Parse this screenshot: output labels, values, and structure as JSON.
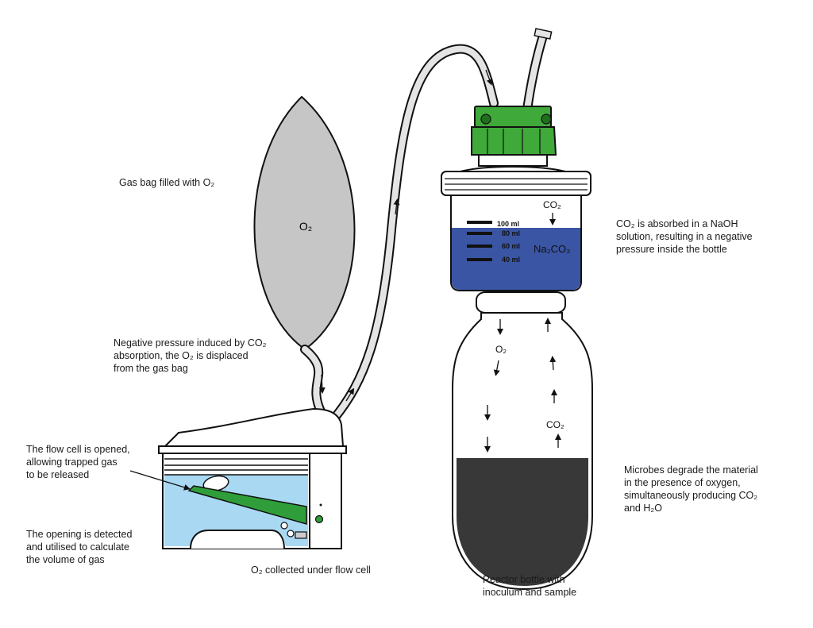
{
  "labels": {
    "gas_bag": "Gas bag filled with O₂",
    "negative_pressure": "Negative pressure induced by CO₂\nabsorption, the O₂ is displaced\nfrom the gas bag",
    "flow_cell_opened": "The flow cell is opened,\nallowing trapped gas\nto be released",
    "opening_detected": "The opening is detected\nand utilised to calculate\nthe volume of gas",
    "o2_collected": "O₂ collected under flow cell",
    "co2_absorbed": "CO₂ is absorbed in a NaOH\nsolution, resulting in a negative\npressure inside the bottle",
    "microbes": "Microbes degrade the material\nin the presence of oxygen,\nsimultaneously producing CO₂\nand H₂O",
    "reactor_bottle": "Reactor bottle with\ninoculum and sample"
  },
  "bag_label": "O₂",
  "absorber": {
    "co2_label": "CO₂",
    "solution_label": "Na₂CO₃",
    "scale": [
      "100 ml",
      "80 ml",
      "60 ml",
      "40 ml"
    ]
  },
  "bottle": {
    "o2_label": "O₂",
    "co2_label": "CO₂"
  },
  "colors": {
    "bag": "#c6c6c6",
    "cap": "#3fa93a",
    "solution": "#3a55a4",
    "sediment": "#383838",
    "flow_cell_water": "#a9d8f2",
    "flow_cell_lever": "#2f9e3a"
  }
}
